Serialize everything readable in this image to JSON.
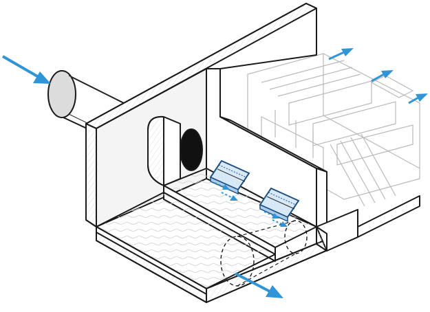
{
  "colors": {
    "arrow": "#2f95d6",
    "outline": "#1a1a1a",
    "wall": "#ffffff",
    "ghost": "#bdbdbd",
    "shade": "#e9e9e9",
    "pipe_shade": "#dcdcdc",
    "panel": "#d7e8f6",
    "panel_edge": "#1e4f80"
  },
  "arrows": [
    {
      "id": "inlet",
      "role": "flow-in"
    },
    {
      "id": "outlet",
      "role": "flow-out"
    },
    {
      "id": "vent-top",
      "role": "air-out"
    },
    {
      "id": "vent-mid",
      "role": "air-out"
    },
    {
      "id": "vent-low",
      "role": "air-out"
    },
    {
      "id": "jet-a1",
      "role": "jet"
    },
    {
      "id": "jet-a2",
      "role": "jet"
    },
    {
      "id": "jet-b1",
      "role": "jet"
    },
    {
      "id": "jet-b2",
      "role": "jet"
    }
  ],
  "components": [
    "inlet-pipe",
    "main-tank",
    "inner-chamber",
    "aeration-panel-1",
    "aeration-panel-2",
    "outlet-channel",
    "ghost-filter-section",
    "floor-slab"
  ]
}
